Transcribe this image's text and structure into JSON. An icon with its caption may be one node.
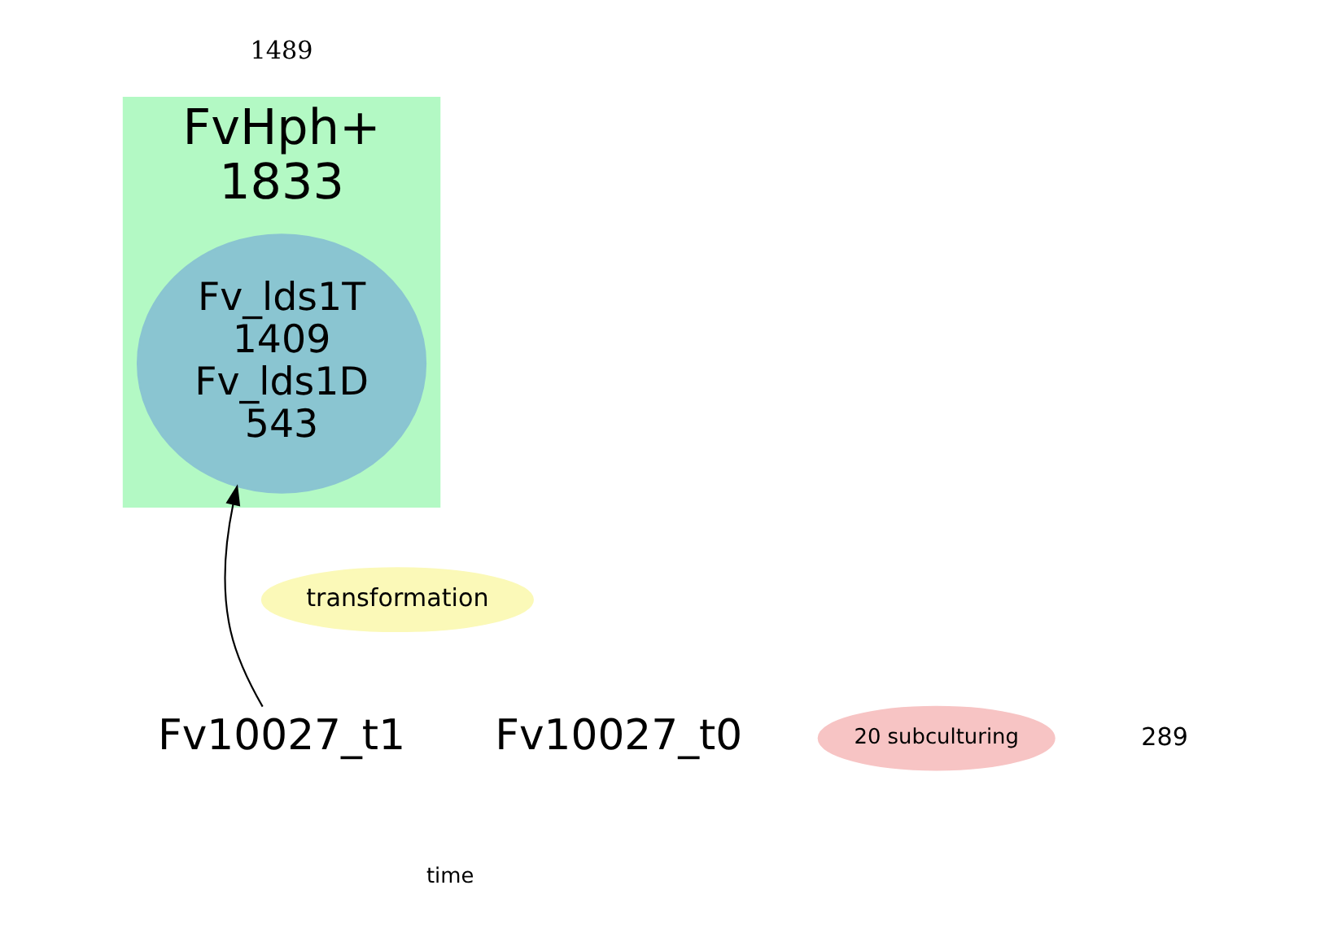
{
  "diagram": {
    "nodes": [
      {
        "text": [
          "FvHph+",
          "1833"
        ],
        "beside": [
          "1489"
        ]
      },
      {
        "text": [
          "Fv_lds1T",
          "1409",
          "Fv_lds1D",
          "543"
        ],
        "in": 0
      },
      {
        "text": [
          "transformation"
        ]
      },
      {
        "text": [
          "20 subculturing"
        ]
      },
      {
        "text": [
          "Fv10027_t1"
        ]
      }
    ],
    "edges": [
      {
        "from": 4,
        "to": 1,
        "arrow": "to"
      }
    ],
    "labels": [
      "Fv10027_t0",
      "289",
      "time"
    ]
  }
}
